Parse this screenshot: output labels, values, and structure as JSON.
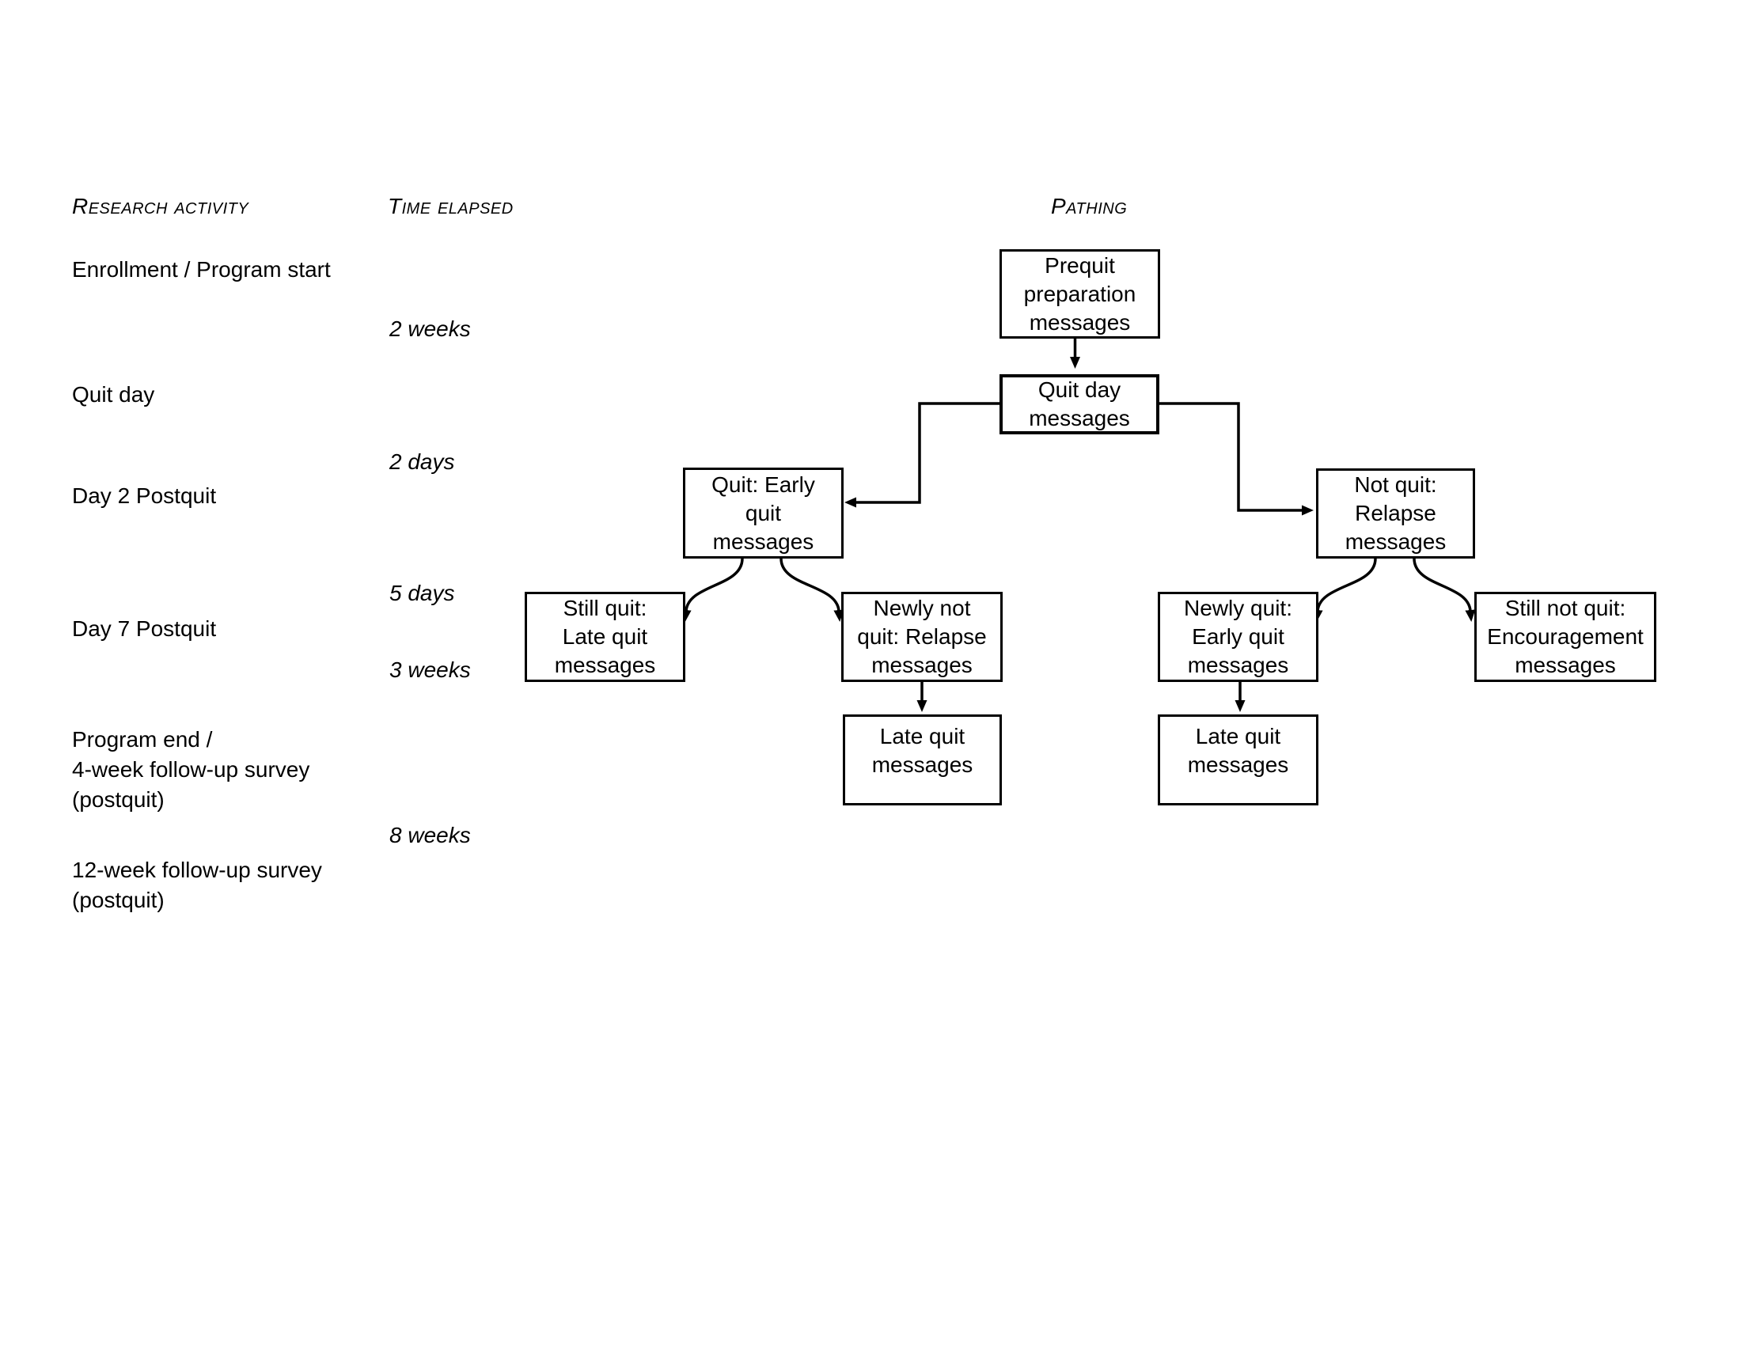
{
  "colors": {
    "ink": "#000000",
    "paper": "#ffffff"
  },
  "headers": {
    "research_activity": "Research activity",
    "time_elapsed": "Time elapsed",
    "pathing": "Pathing"
  },
  "research_activities": [
    "Enrollment / Program start",
    "Quit day",
    "Day 2 Postquit",
    "Day 7 Postquit",
    "Program end /\n4-week follow-up survey\n(postquit)",
    "12-week follow-up survey\n(postquit)"
  ],
  "time_elapsed_values": [
    "2 weeks",
    "2 days",
    "5 days",
    "3 weeks",
    "8 weeks"
  ],
  "flow_boxes": {
    "prequit": "Prequit\npreparation\nmessages",
    "quit_day": "Quit day\nmessages",
    "quit_early": "Quit: Early\nquit\nmessages",
    "not_quit": "Not quit:\nRelapse\nmessages",
    "still_quit": "Still quit:\nLate quit\nmessages",
    "newly_not_quit": "Newly not\nquit: Relapse\nmessages",
    "newly_quit": "Newly quit:\nEarly quit\nmessages",
    "still_not_quit": "Still not quit:\nEncouragement\nmessages",
    "late_quit_left": "Late quit\nmessages",
    "late_quit_right": "Late quit\nmessages"
  }
}
